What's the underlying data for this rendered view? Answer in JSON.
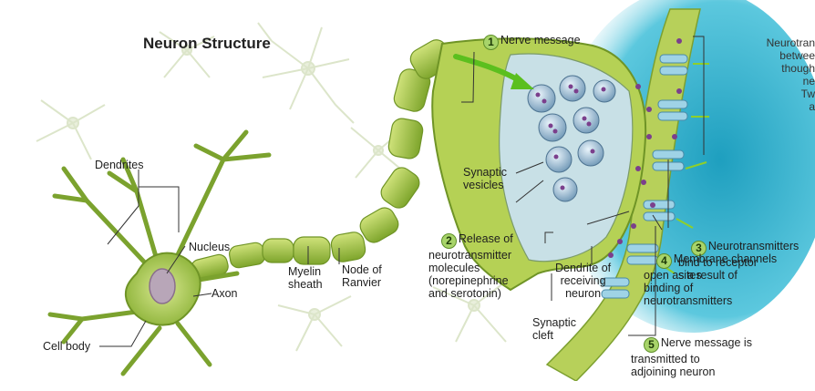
{
  "title": "Neuron Structure",
  "labels": {
    "dendrites": "Dendrites",
    "nucleus": "Nucleus",
    "axon": "Axon",
    "cell_body": "Cell body",
    "myelin_sheath": "Myelin\nsheath",
    "node_of_ranvier": "Node of\nRanvier",
    "synaptic_vesicles": "Synaptic\nvesicles",
    "synaptic_cleft": "Synaptic\ncleft",
    "dendrite_receiving": "Dendrite of\nreceiving\nneuron"
  },
  "steps": [
    {
      "num": "1",
      "text": "Nerve message"
    },
    {
      "num": "2",
      "text": "Release of\nneurotransmitter\nmolecules\n(norepinephrine\nand serotonin)"
    },
    {
      "num": "3",
      "text": "Neurotransmitters\nbind to receptor\nsites"
    },
    {
      "num": "4",
      "text": "Membrane channels\nopen as a result of\nbinding of\nneurotransmitters"
    },
    {
      "num": "5",
      "text": "Nerve message is\ntransmitted to\nadjoining neuron"
    }
  ],
  "side_note": "Neurotran\nbetwee\nthough\nne\nTw\na",
  "colors": {
    "neuron_green": "#a9c94a",
    "myelin_green": "#94b83a",
    "cleft_blue": "#39b4cf",
    "vesicle": "#7fa6c4",
    "neurotransmitter": "#7b3f8c"
  }
}
